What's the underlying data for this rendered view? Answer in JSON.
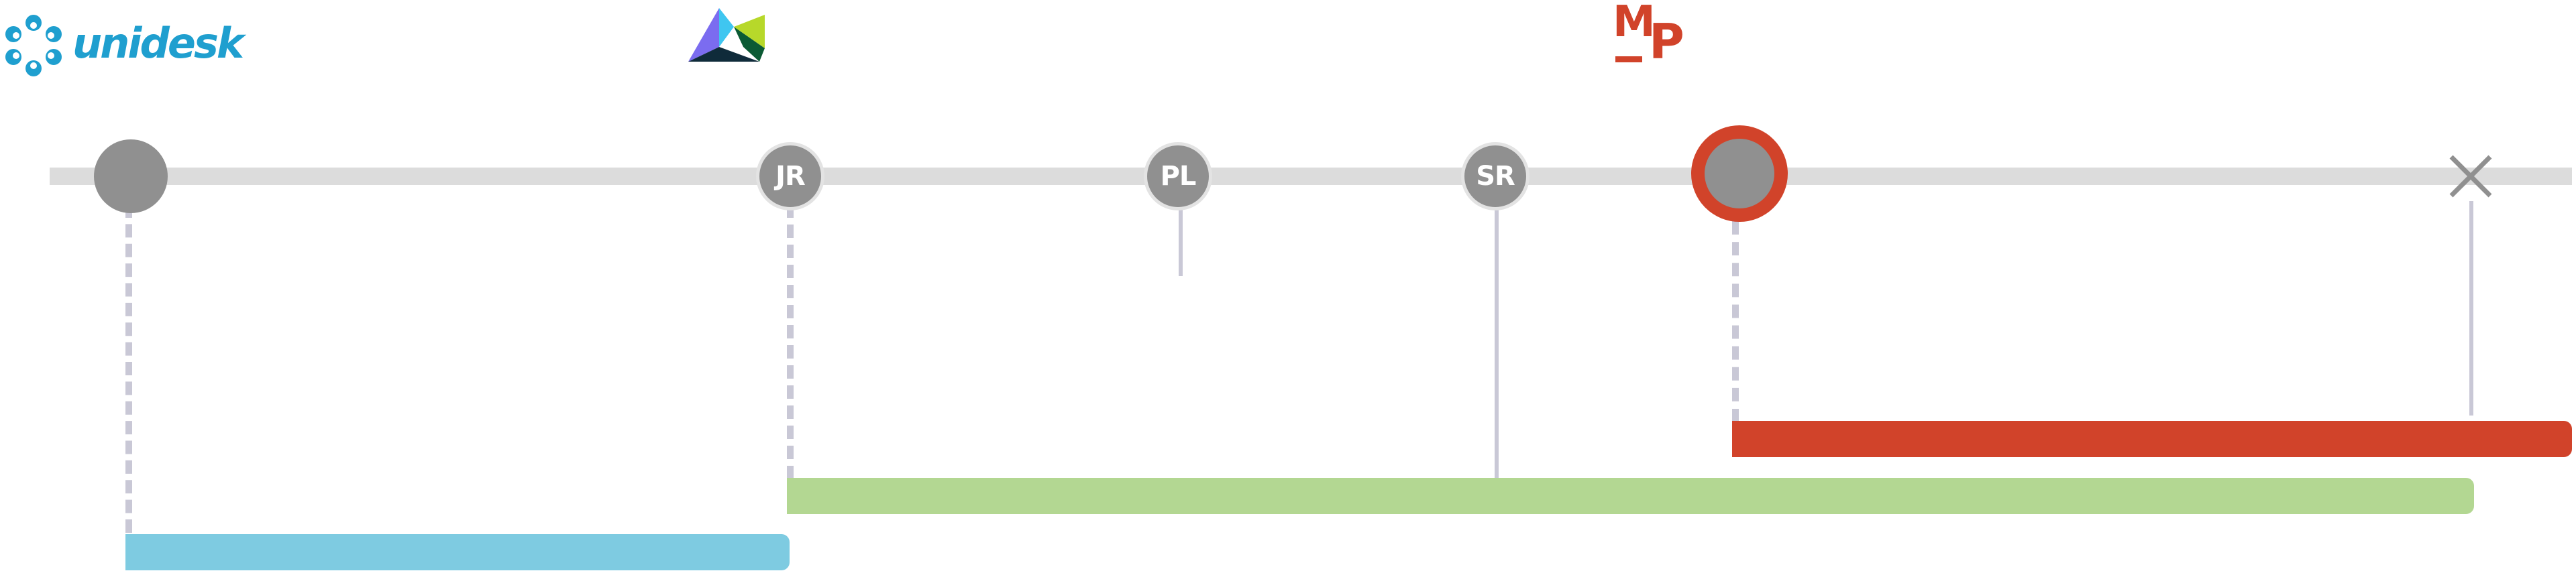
{
  "logos": {
    "unidesk": {
      "text": "unidesk",
      "color": "#1f9fcf"
    },
    "triangle": {
      "colors": [
        "#7b6cf0",
        "#3fc6f0",
        "#b7d82a",
        "#0f2b3a"
      ]
    },
    "mp": {
      "text_m": "M",
      "text_p": "P",
      "color": "#d1432a"
    }
  },
  "timeline": {
    "track_color": "#dcdcdc",
    "nodes": [
      {
        "label": "",
        "type": "start"
      },
      {
        "label": "JR",
        "type": "level"
      },
      {
        "label": "PL",
        "type": "level"
      },
      {
        "label": "SR",
        "type": "level"
      },
      {
        "label": "",
        "type": "current",
        "ring_color": "#d1432a"
      },
      {
        "label": "",
        "type": "end",
        "icon": "close-icon"
      }
    ]
  },
  "bars": [
    {
      "name": "unidesk",
      "color": "#7ecbe1"
    },
    {
      "name": "triangle-company",
      "color": "#b3d792"
    },
    {
      "name": "mp",
      "color": "#d1432a"
    }
  ]
}
